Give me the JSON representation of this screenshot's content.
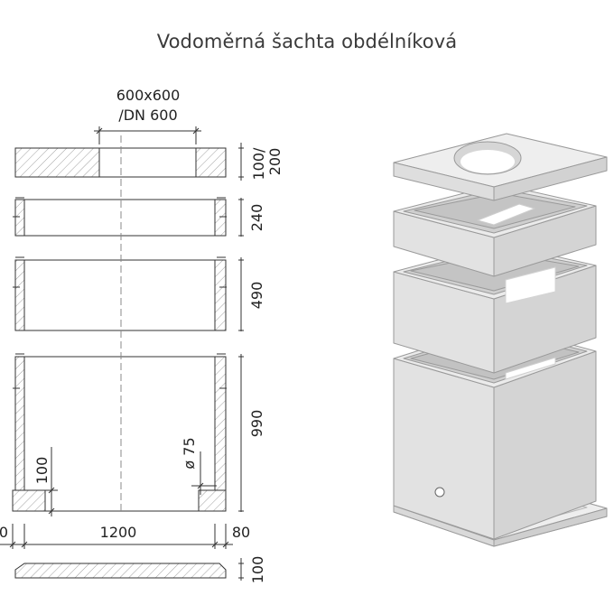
{
  "title": "Vodoměrná šachta obdélníková",
  "labels": {
    "opening_size": "600x600",
    "opening_dn": "/DN 600",
    "lid_thickness": "100/\n200",
    "ring1_height": "240",
    "ring2_height": "490",
    "base_height": "990",
    "pipe_height": "100",
    "pipe_diameter": "ø 75",
    "left_edge": "0",
    "inner_width": "1200",
    "wall_thickness": "80",
    "slab_thickness": "100"
  },
  "colors": {
    "line": "#333333",
    "concrete_light": "#eeeeee",
    "concrete_mid": "#dcdcdc",
    "concrete_dark": "#c9c9c9"
  }
}
